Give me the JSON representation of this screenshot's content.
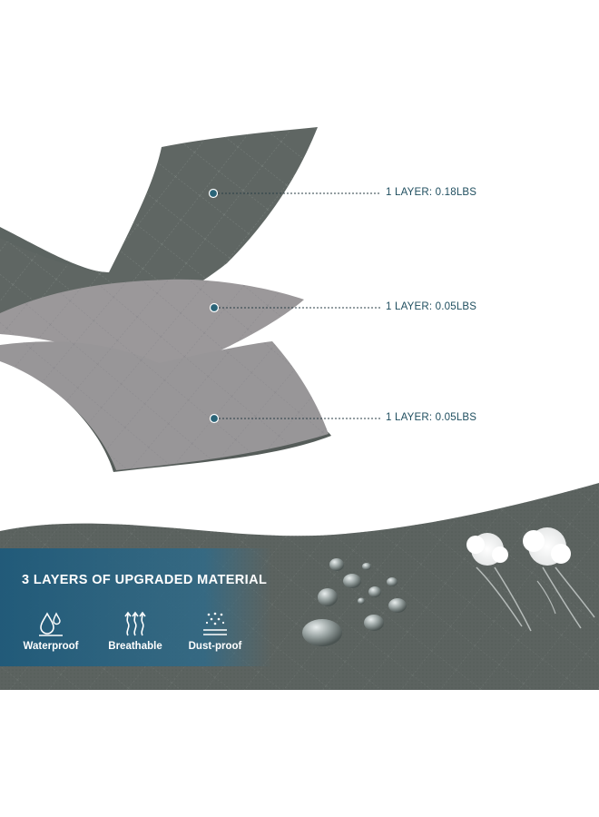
{
  "layers": [
    {
      "label": "1 LAYER: 0.18LBS"
    },
    {
      "label": "1 LAYER: 0.05LBS"
    },
    {
      "label": "1 LAYER: 0.05LBS"
    }
  ],
  "banner": {
    "title": "3 LAYERS OF UPGRADED MATERIAL",
    "features": [
      {
        "label": "Waterproof",
        "icon": "water-drop-icon"
      },
      {
        "label": "Breathable",
        "icon": "airflow-arrows-icon"
      },
      {
        "label": "Dust-proof",
        "icon": "dust-particles-icon"
      }
    ]
  },
  "colors": {
    "label_text": "#1f4e5f",
    "leader_dot": "#2a6478",
    "fabric_dark": "#5f6663",
    "fabric_light": "#9c999b",
    "banner_blue": "#2f6a88"
  }
}
